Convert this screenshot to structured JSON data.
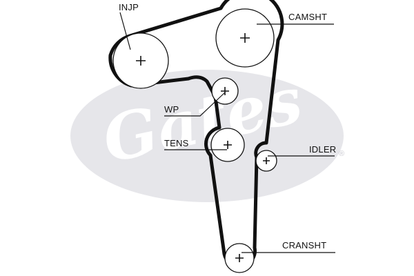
{
  "labels": {
    "injection_pump": "INJP",
    "camshaft": "CAMSHT",
    "water_pump": "WP",
    "tensioner": "TENS",
    "idler": "IDLER",
    "crankshaft": "CRANSHT"
  },
  "watermark": {
    "text": "Gates",
    "registered_mark": "®",
    "color": "#e6e6ea"
  },
  "colors": {
    "belt": "#111111",
    "text": "#111111",
    "background": "#ffffff"
  }
}
